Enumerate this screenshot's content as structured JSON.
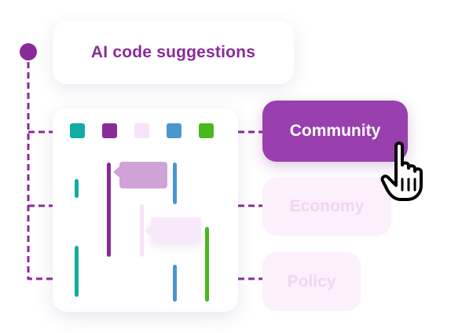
{
  "header": {
    "title": "AI code suggestions"
  },
  "categories": [
    {
      "id": "community",
      "label": "Community",
      "state": "active"
    },
    {
      "id": "economy",
      "label": "Economy",
      "state": "inactive"
    },
    {
      "id": "policy",
      "label": "Policy",
      "state": "inactive"
    }
  ],
  "legend_colors": [
    "#12aca4",
    "#8a2a99",
    "#f7e3f8",
    "#4a96cf",
    "#49b81d"
  ],
  "colors": {
    "accent": "#9a3fae",
    "brand_text": "#8a2a99",
    "inactive_pill_bg": "#fbf0fb",
    "inactive_pill_text": "#f0d6f1"
  },
  "icons": {
    "cursor": "pointing-hand-icon",
    "connector_node": "timeline-node-icon"
  }
}
